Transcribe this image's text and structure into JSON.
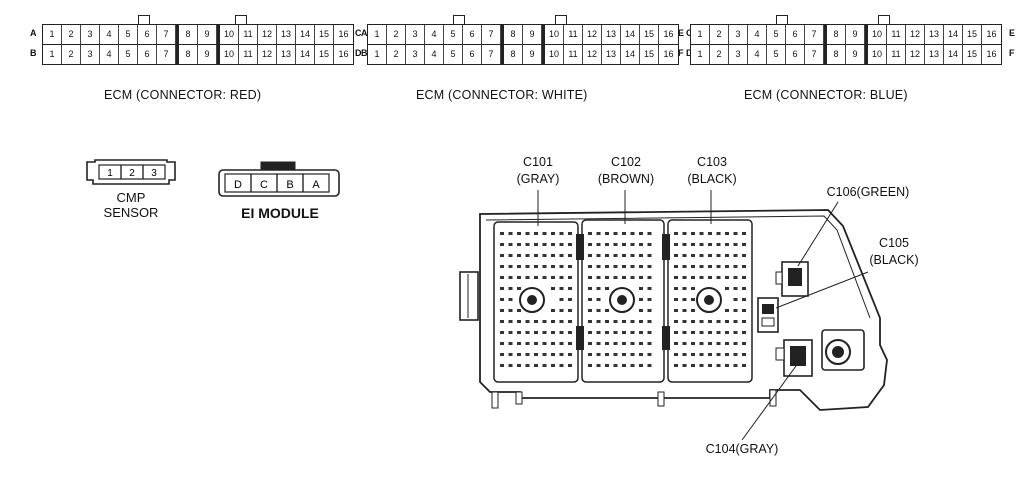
{
  "ecm_connectors": [
    {
      "caption": "ECM (CONNECTOR: RED)",
      "row_top": "A",
      "row_bottom": "B",
      "pins": [
        "1",
        "2",
        "3",
        "4",
        "5",
        "6",
        "7",
        "8",
        "9",
        "10",
        "11",
        "12",
        "13",
        "14",
        "15",
        "16"
      ]
    },
    {
      "caption": "ECM (CONNECTOR: WHITE)",
      "row_top": "C",
      "row_bottom": "D",
      "pins": [
        "1",
        "2",
        "3",
        "4",
        "5",
        "6",
        "7",
        "8",
        "9",
        "10",
        "11",
        "12",
        "13",
        "14",
        "15",
        "16"
      ]
    },
    {
      "caption": "ECM (CONNECTOR: BLUE)",
      "row_top": "E",
      "row_bottom": "F",
      "pins": [
        "1",
        "2",
        "3",
        "4",
        "5",
        "6",
        "7",
        "8",
        "9",
        "10",
        "11",
        "12",
        "13",
        "14",
        "15",
        "16"
      ]
    }
  ],
  "cmp_sensor": {
    "pins": [
      "1",
      "2",
      "3"
    ],
    "label_line1": "CMP",
    "label_line2": "SENSOR"
  },
  "ei_module": {
    "pins": [
      "D",
      "C",
      "B",
      "A"
    ],
    "label": "EI MODULE"
  },
  "callouts": {
    "c101_id": "C101",
    "c101_color": "(GRAY)",
    "c102_id": "C102",
    "c102_color": "(BROWN)",
    "c103_id": "C103",
    "c103_color": "(BLACK)",
    "c106": "C106(GREEN)",
    "c105_id": "C105",
    "c105_color": "(BLACK)",
    "c104": "C104(GRAY)"
  }
}
